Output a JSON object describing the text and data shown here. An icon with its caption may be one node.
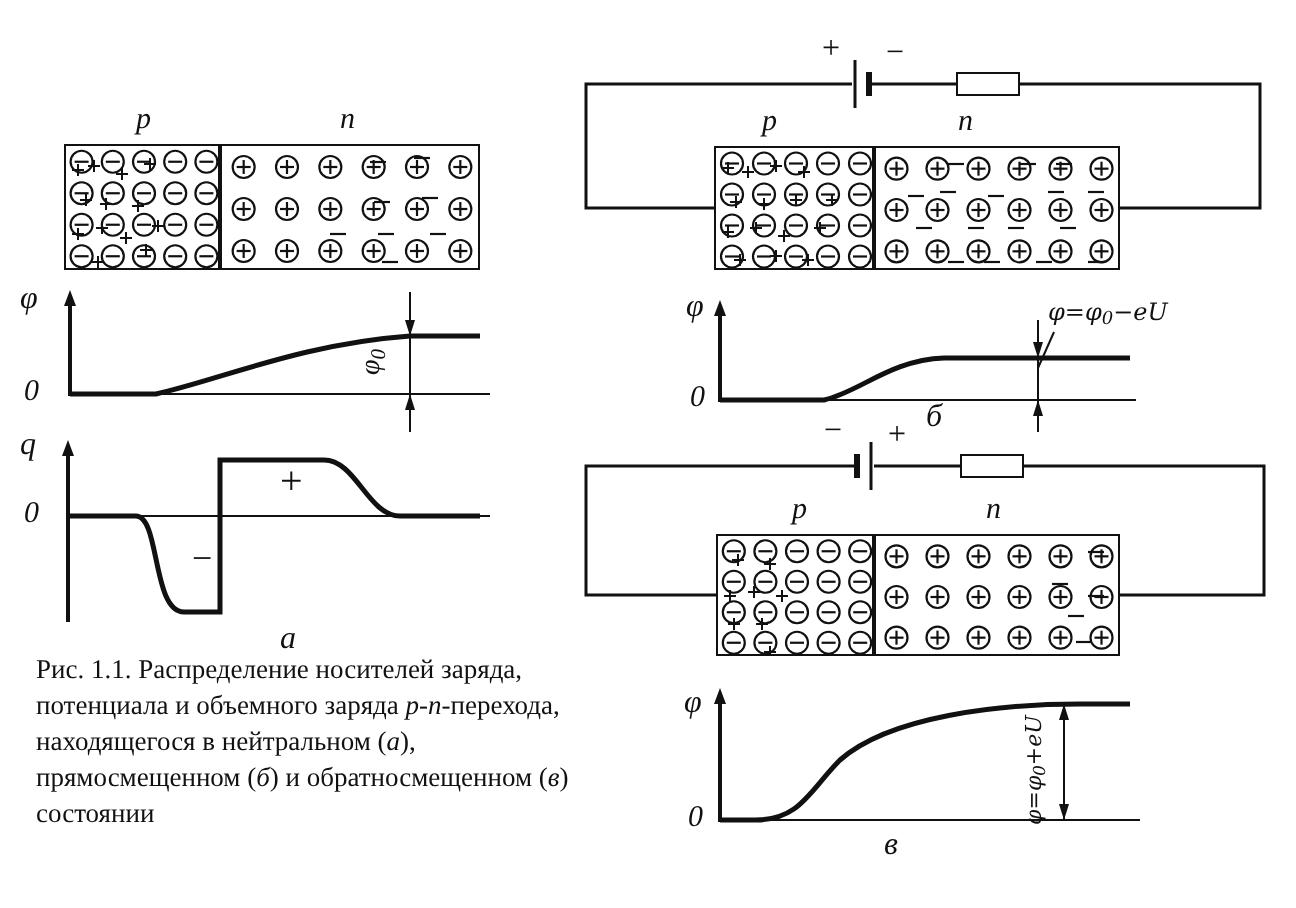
{
  "diagram": {
    "caption": "Рис. 1.1. Распределение носителей заряда, потенциала и объемного заряда *p*-*n*-перехода, находящегося в нейтральном (*а*), прямосмещенном (*б*) и обратносмещенном (*в*) состоянии",
    "nodes": [
      {
        "text": [
          "p"
        ]
      },
      {
        "text": [
          "n"
        ]
      },
      {
        "text": [],
        "shape": "battery",
        "beside": [
          "+",
          "−"
        ]
      },
      {
        "text": [],
        "shape": "resistor"
      },
      {
        "text": [
          "p"
        ]
      },
      {
        "text": [
          "n"
        ]
      },
      {
        "text": [
          "φ=φ$_{0}$−eU"
        ]
      },
      {
        "text": [],
        "shape": "battery",
        "beside": [
          "−",
          "+"
        ]
      },
      {
        "text": [],
        "shape": "resistor"
      },
      {
        "text": [
          "p"
        ]
      },
      {
        "text": [
          "n"
        ]
      }
    ],
    "edges": [
      {
        "from": 4,
        "to": 2,
        "arrow": "none"
      },
      {
        "from": 2,
        "to": 3,
        "arrow": "none"
      },
      {
        "from": 3,
        "to": 5,
        "arrow": "none"
      },
      {
        "from": 6,
        "to": null,
        "arrow": "none"
      },
      {
        "from": 9,
        "to": 7,
        "arrow": "none"
      },
      {
        "from": 7,
        "to": 8,
        "arrow": "none"
      },
      {
        "from": 8,
        "to": 10,
        "arrow": "none"
      }
    ],
    "labels": [
      "φ",
      "φ$_{0}$",
      "0",
      "q",
      "+",
      "0",
      "−",
      "а",
      "φ",
      "0",
      "б",
      "φ",
      "φ=φ$_{0}$+eU",
      "0",
      "в"
    ]
  }
}
